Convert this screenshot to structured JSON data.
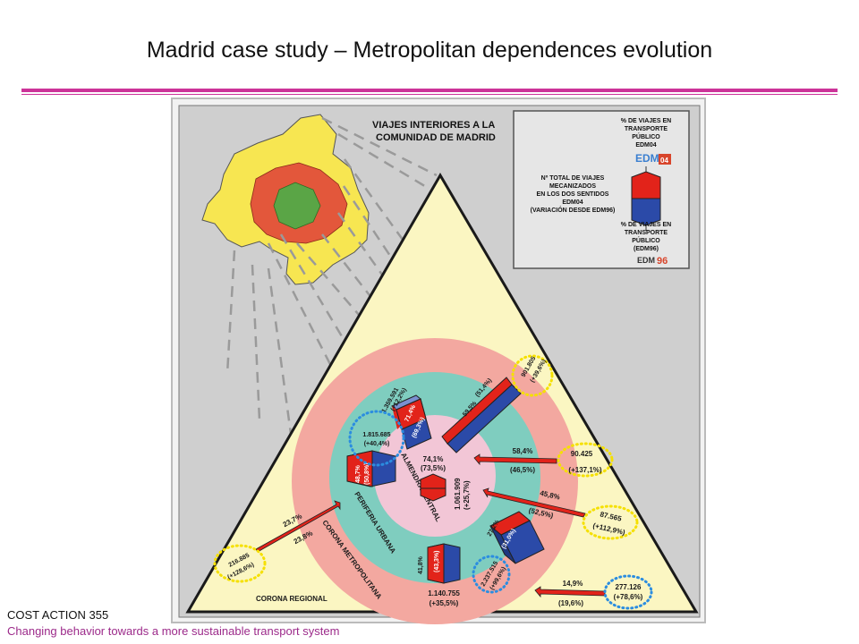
{
  "slide": {
    "title": "Madrid case study – Metropolitan dependences evolution",
    "footer_line1": "COST ACTION 355",
    "footer_line2": "Changing behavior towards a more sustainable transport system"
  },
  "colors": {
    "accent_rule": "#cc3399",
    "public_transport_2004": "#e2231a",
    "public_transport_1996": "#2b4aa8",
    "almendra_central": "#f2c6d6",
    "periferia_urbana": "#7fcdbf",
    "corona_metropolitana": "#f3a8a0",
    "corona_regional": "#fbf6c2",
    "map_yellow": "#f7e651",
    "map_red": "#e3573b",
    "map_green": "#5aa546",
    "dotted_yellow": "#f5e000",
    "dotted_blue": "#2b8de0"
  },
  "diagram": {
    "header_line1": "VIAJES INTERIORES A LA",
    "header_line2": "COMUNIDAD DE MADRID",
    "legend": {
      "top_label_1": "% DE VIAJES EN",
      "top_label_2": "TRANSPORTE",
      "top_label_3": "PÚBLICO",
      "top_label_4": "EDM04",
      "edm_logo_top": "EDM",
      "edm_logo_top_suffix": "04",
      "left_label_1": "Nº TOTAL DE VIAJES",
      "left_label_2": "MECANIZADOS",
      "left_label_3": "EN LOS DOS SENTIDOS",
      "left_label_4": "EDM04",
      "left_label_5": "(VARIACIÓN DESDE EDM96)",
      "bottom_label_1": "% DE VIAJES EN",
      "bottom_label_2": "TRANSPORTE",
      "bottom_label_3": "PÚBLICO",
      "bottom_label_4": "(EDM96)",
      "edm_logo_bottom": "EDM",
      "edm_logo_bottom_suffix": "96"
    },
    "rings": {
      "almendra_central": "ALMENDRA CENTRAL",
      "periferia_urbana": "PERIFERIA URBANA",
      "corona_metropolitana": "CORONA METROPOLITANA",
      "corona_regional": "CORONA REGIONAL"
    },
    "central": {
      "pct_2004": "74,1%",
      "pct_1996": "(73,5%)",
      "trips": "1.061.909",
      "change": "(+25,7%)"
    },
    "periferia_north": {
      "trips": "1.359.591",
      "change": "(+12,2%)",
      "pct_2004": "71,4%",
      "pct_1996": "(69,3%)"
    },
    "periferia_west": {
      "trips": "1.815.685",
      "change": "(+40,4%)",
      "pct_2004": "48,7%",
      "pct_1996": "(50,8%)"
    },
    "periferia_southeast": {
      "trips": "2.237.515",
      "change": "(+99,6%)",
      "pct_2004": "27,2%",
      "pct_1996": "(31,0%)"
    },
    "corona_south": {
      "pct_2004": "41,8%",
      "pct_1996": "(43,3%)",
      "trips": "1.140.755",
      "change": "(+35,5%)"
    },
    "arrow_ne": {
      "pct_2004": "59,5%",
      "pct_1996": "(51,4%)",
      "trips": "901.805",
      "change": "(+39,6%)"
    },
    "arrow_e1": {
      "pct_2004": "58,4%",
      "pct_1996": "(46,5%)",
      "trips": "90.425",
      "change": "(+137,1%)"
    },
    "arrow_e2": {
      "pct_2004": "45,8%",
      "pct_1996": "(52,5%)",
      "trips": "87.565",
      "change": "(+112,9%)"
    },
    "arrow_se": {
      "pct_2004": "14,9%",
      "pct_1996": "(19,6%)",
      "trips": "277.126",
      "change": "(+78,6%)"
    },
    "arrow_sw": {
      "pct_2004": "23,7%",
      "pct_1996": "23,8%",
      "trips": "216.885",
      "change": "(+128,6%)"
    }
  }
}
